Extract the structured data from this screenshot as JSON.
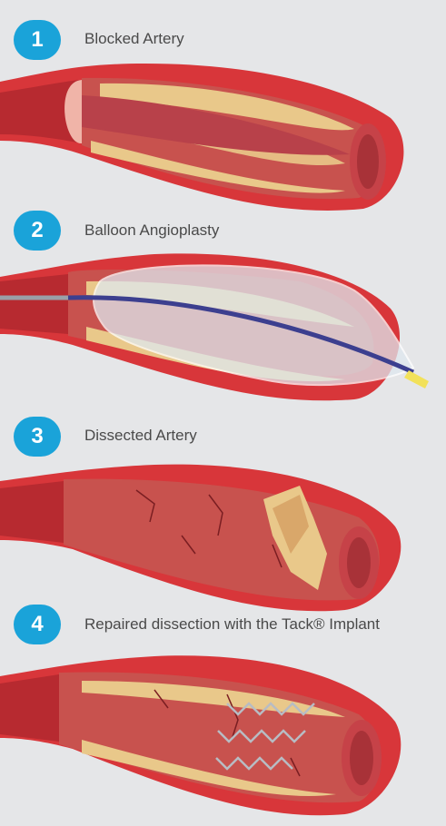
{
  "colors": {
    "background": "#e5e6e8",
    "badge": "#1aa3d9",
    "artery_wall": "#d8363a",
    "artery_inner": "#c8524e",
    "plaque": "#e9c88a",
    "balloon": "#dfe8ef",
    "catheter": "#3c3f8f",
    "tip": "#f2e15a",
    "implant": "#b8bcc3"
  },
  "steps": [
    {
      "number": "1",
      "label": "Blocked Artery",
      "icon": "blocked-artery-illustration"
    },
    {
      "number": "2",
      "label": "Balloon Angioplasty",
      "icon": "balloon-angioplasty-illustration"
    },
    {
      "number": "3",
      "label": "Dissected Artery",
      "icon": "dissected-artery-illustration"
    },
    {
      "number": "4",
      "label": "Repaired dissection with the Tack® Implant",
      "icon": "tack-implant-illustration"
    }
  ]
}
